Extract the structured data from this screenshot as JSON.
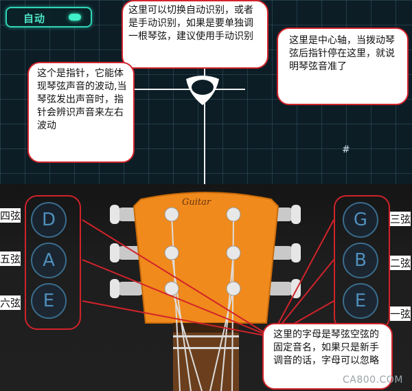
{
  "mode_toggle": {
    "label": "自动",
    "state": "on",
    "accent": "#2fd6b8"
  },
  "annotations": {
    "mode_note": "这里可以切换自动识别，或者是手动识别，如果是要单独调一根琴弦，建议使用手动识别",
    "axis_note": "这里是中心轴，当拨动琴弦后指针停在这里，就说明琴弦音准了",
    "pointer_note": "这个是指针，它能体现琴弦声音的波动,当琴弦发出声音时，指针会辨识声音来左右波动",
    "letters_note": "这里的字母是琴弦空弦的固定音名，如果只是新手调音的话，字母可以忽略"
  },
  "headstock": {
    "brand": "Guitar"
  },
  "left_strings": [
    {
      "label": "四弦",
      "note": "D"
    },
    {
      "label": "五弦",
      "note": "A"
    },
    {
      "label": "六弦",
      "note": "E"
    }
  ],
  "right_strings": [
    {
      "label": "三弦",
      "note": "G"
    },
    {
      "label": "二弦",
      "note": "B"
    },
    {
      "label": "一弦",
      "note": "E"
    }
  ],
  "grid_marker": "#",
  "watermark": "CA800.COM",
  "colors": {
    "annotation_border": "#d2232a",
    "headstock": "#f08a1c",
    "note_circle": "#3a6d8d"
  }
}
